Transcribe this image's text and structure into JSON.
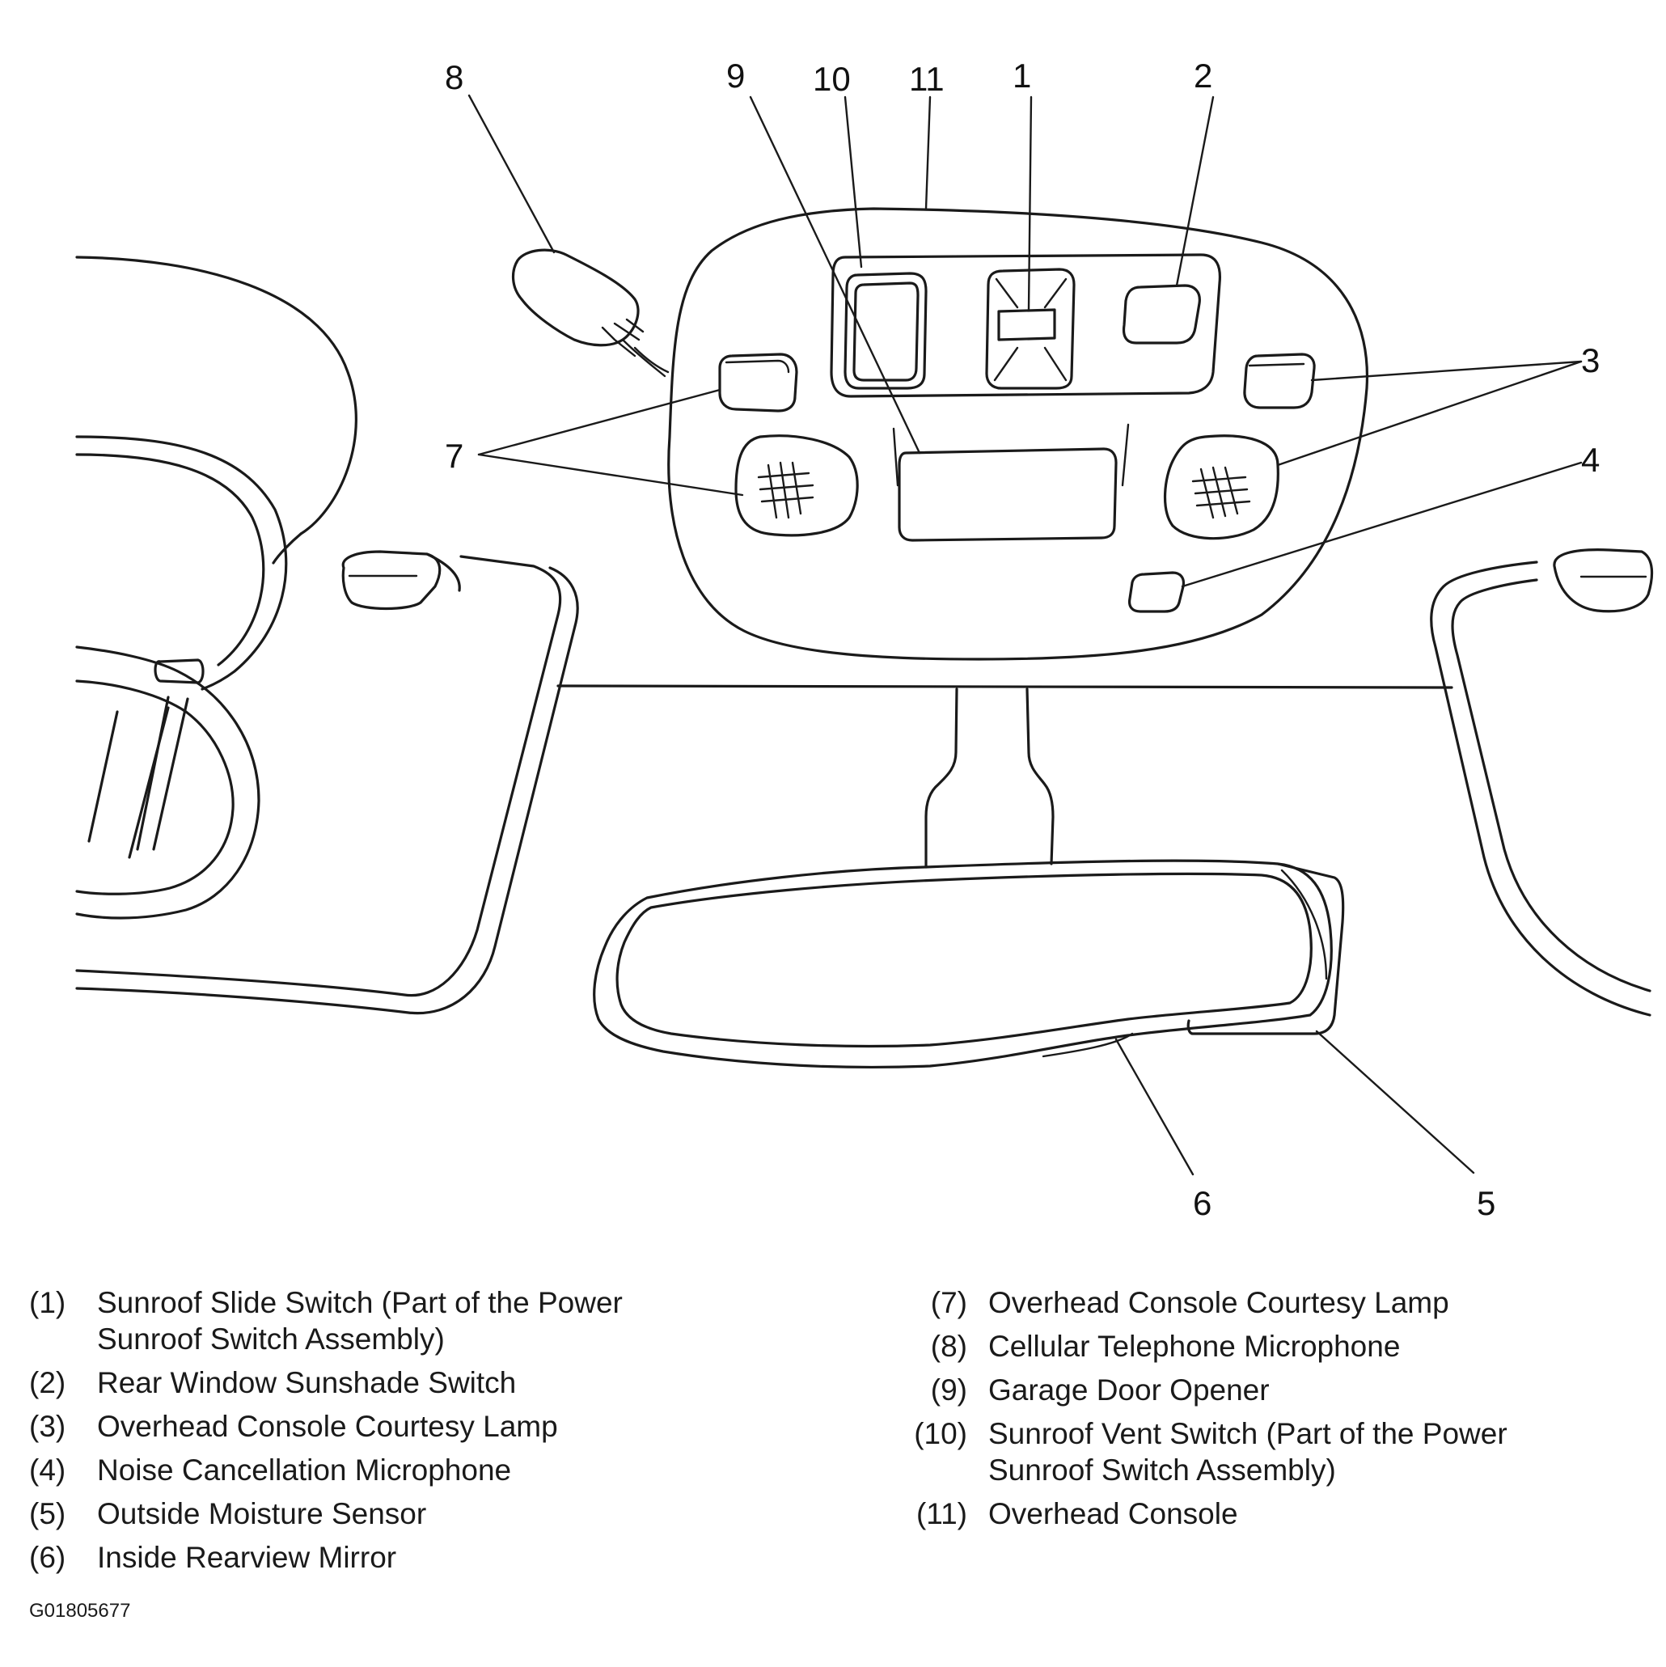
{
  "callouts": [
    "1",
    "2",
    "3",
    "4",
    "5",
    "6",
    "7",
    "8",
    "9",
    "10",
    "11"
  ],
  "legend": [
    {
      "num": "(1)",
      "text": "Sunroof Slide Switch (Part of the Power\nSunroof Switch Assembly)"
    },
    {
      "num": "(2)",
      "text": "Rear Window Sunshade Switch"
    },
    {
      "num": "(3)",
      "text": "Overhead Console Courtesy Lamp"
    },
    {
      "num": "(4)",
      "text": "Noise Cancellation Microphone"
    },
    {
      "num": "(5)",
      "text": "Outside Moisture Sensor"
    },
    {
      "num": "(6)",
      "text": "Inside Rearview Mirror"
    },
    {
      "num": "(7)",
      "text": "Overhead Console Courtesy Lamp"
    },
    {
      "num": "(8)",
      "text": "Cellular Telephone Microphone"
    },
    {
      "num": "(9)",
      "text": "Garage Door Opener"
    },
    {
      "num": "(10)",
      "text": "Sunroof Vent Switch (Part of the Power\nSunroof Switch Assembly)"
    },
    {
      "num": "(11)",
      "text": "Overhead Console"
    }
  ],
  "figure_code": "G01805677"
}
